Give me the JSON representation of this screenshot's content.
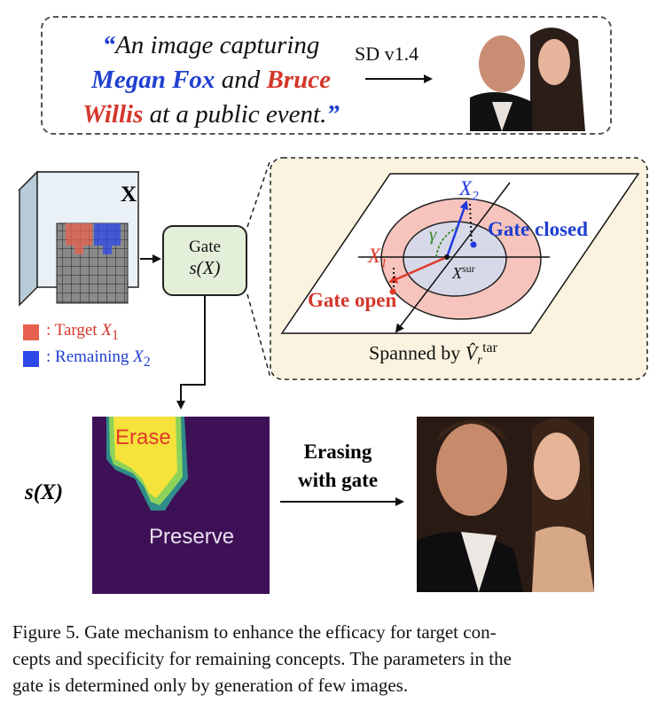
{
  "prompt": {
    "open_quote": "“",
    "part1": "An image capturing",
    "name1": "Megan Fox",
    "and": " and ",
    "name2_a": "Bruce",
    "name2_b": "Willis",
    "part2": " at a public event.",
    "close_quote": "”"
  },
  "model_label": "SD v1.4",
  "tensor_label": "X",
  "gate": {
    "line1": "Gate",
    "line2": "s(X)"
  },
  "legend": {
    "target_text": ": Target ",
    "target_var": "X",
    "target_sub": "1",
    "remaining_text": ": Remaining ",
    "remaining_var": "X",
    "remaining_sub": "2"
  },
  "inset": {
    "x2": "X",
    "x2_sub": "2",
    "x1": "X",
    "x1_sub": "1",
    "gamma": "γ",
    "x_sur": "X",
    "x_sur_sup": "sur",
    "gate_closed": "Gate closed",
    "gate_open": "Gate open",
    "spanned_by": "Spanned by ",
    "v_hat": "V̂",
    "v_sub": "r",
    "v_sup": "tar"
  },
  "heatmap": {
    "erase": "Erase",
    "preserve": "Preserve"
  },
  "s_label": "s(X)",
  "erasing_label": {
    "line1": "Erasing",
    "line2": "with gate"
  },
  "caption": {
    "line1": "Figure 5. Gate mechanism to enhance the efficacy for target con-",
    "line2": "cepts and specificity for remaining concepts. The parameters in the",
    "line3": "gate is determined only by generation of few images."
  },
  "colors": {
    "target": "#e8604f",
    "remaining": "#2d49e8",
    "gate_fill": "#e3efd9",
    "inset_bg": "#fbf3df"
  }
}
